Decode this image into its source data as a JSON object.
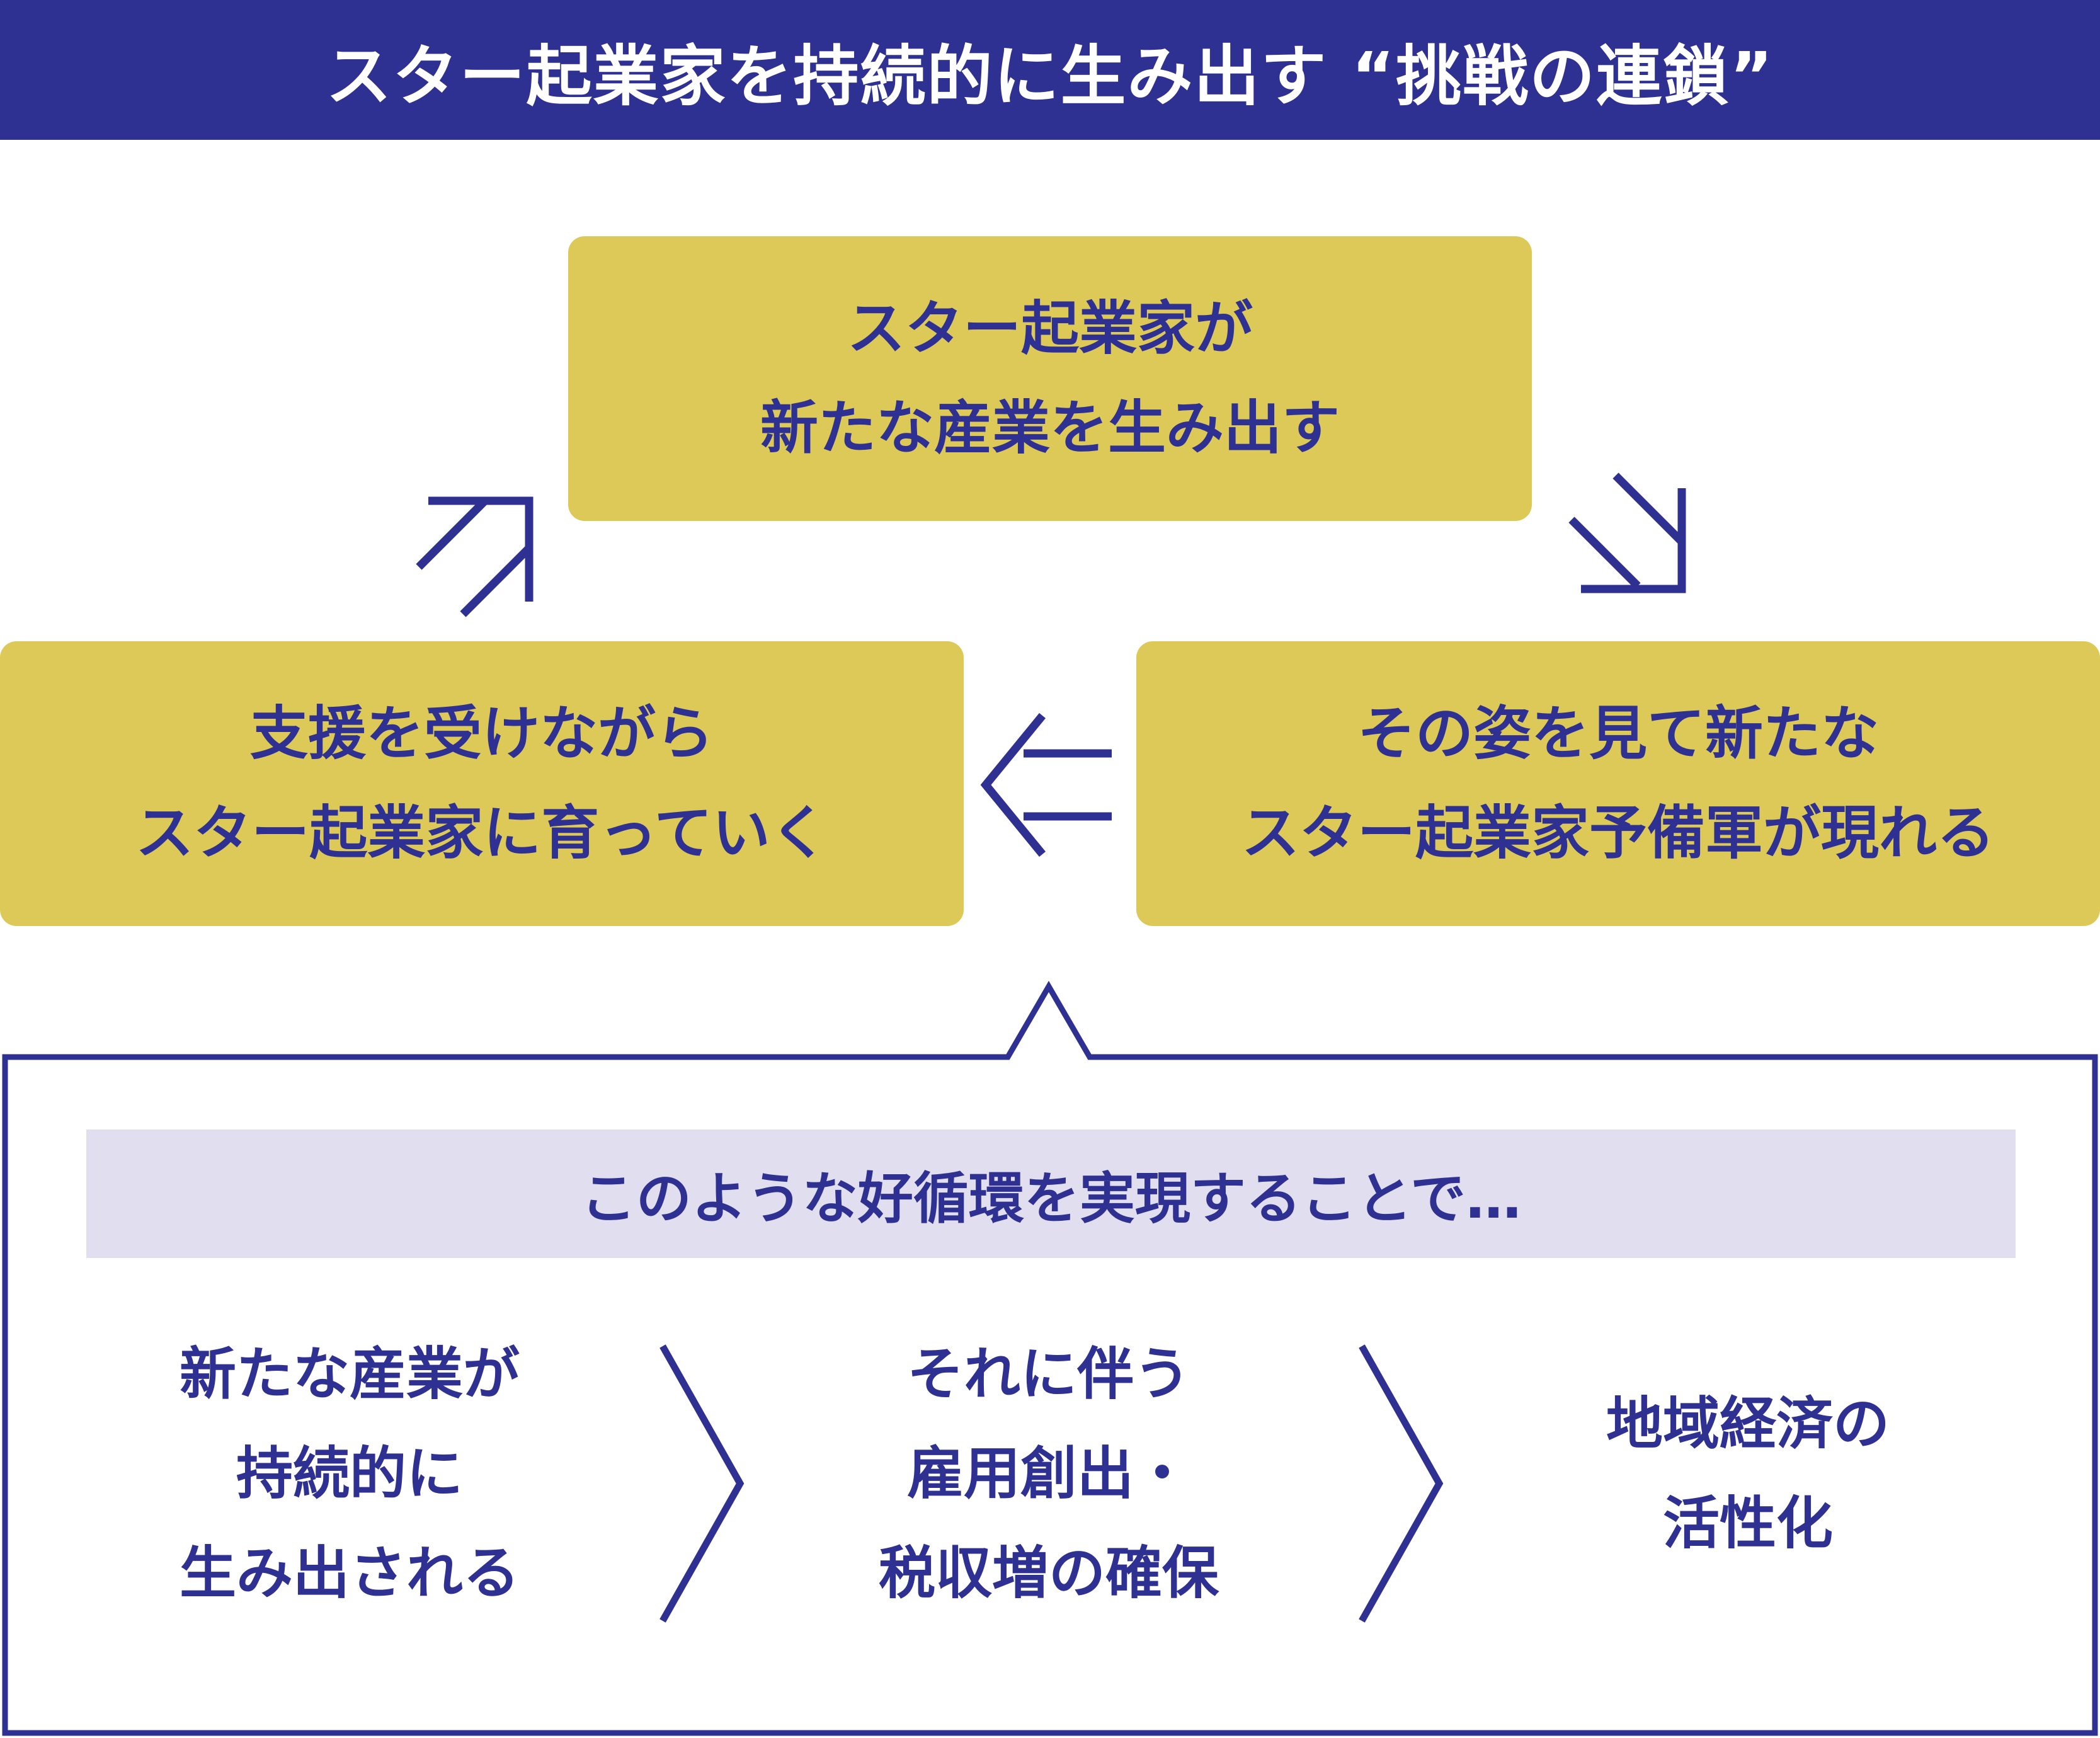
{
  "header": {
    "title": "スター起業家を持続的に生み出す “挑戦の連鎖”"
  },
  "cycle": {
    "top": {
      "line1": "スター起業家が",
      "line2": "新たな産業を生み出す"
    },
    "right": {
      "line1": "その姿を見て新たな",
      "line2": "スター起業家予備軍が現れる"
    },
    "left": {
      "line1": "支援を受けながら",
      "line2": "スター起業家に育っていく"
    }
  },
  "outcome": {
    "banner": "このような好循環を実現することで…",
    "steps": [
      {
        "lines": [
          "新たな産業が",
          "持続的に",
          "生み出される"
        ]
      },
      {
        "lines": [
          "それに伴う",
          "雇用創出・",
          "税収増の確保"
        ]
      },
      {
        "lines": [
          "地域経済の",
          "活性化"
        ]
      }
    ]
  },
  "colors": {
    "primary": "#2e3192",
    "box_fill": "#ddc958",
    "banner_fill": "#e1def0",
    "background": "#ffffff"
  }
}
